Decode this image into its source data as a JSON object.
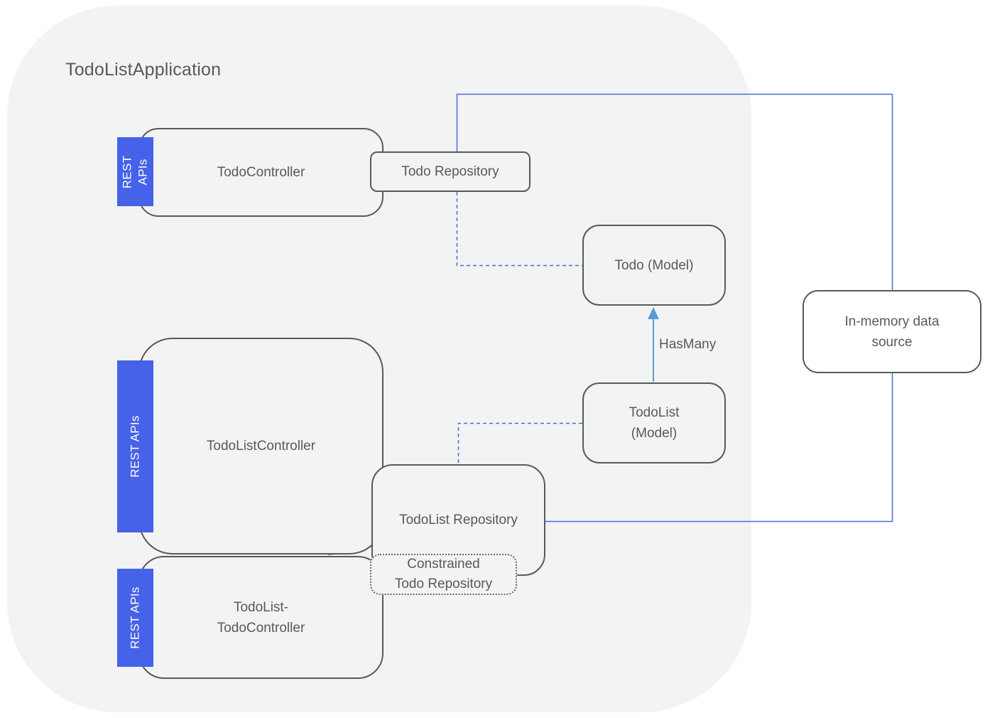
{
  "app": {
    "title": "TodoListApplication"
  },
  "colors": {
    "container_fill": "#f2f3f3",
    "box_border": "#595959",
    "text": "#595959",
    "rest_api_tab": "#4562e9",
    "connector_blue": "#4a6be0",
    "hasmany_arrow": "#5b9bd5"
  },
  "tabs": {
    "rest_apis_two_line": "REST\nAPIs",
    "rest_apis": "REST APIs"
  },
  "boxes": {
    "todo_controller": {
      "label": "TodoController"
    },
    "todo_repository": {
      "label": "Todo Repository"
    },
    "todo_model": {
      "label": "Todo (Model)"
    },
    "todolist_model": {
      "label": "TodoList\n(Model)"
    },
    "in_memory_datasource": {
      "label": "In-memory data\nsource"
    },
    "todolist_controller": {
      "label": "TodoListController"
    },
    "todolist_repository": {
      "label": "TodoList Repository"
    },
    "constrained_todo_repository": {
      "label": "Constrained\nTodo Repository"
    },
    "todolist_todo_controller": {
      "label": "TodoList-\nTodoController"
    }
  },
  "relations": {
    "has_many": "HasMany"
  }
}
